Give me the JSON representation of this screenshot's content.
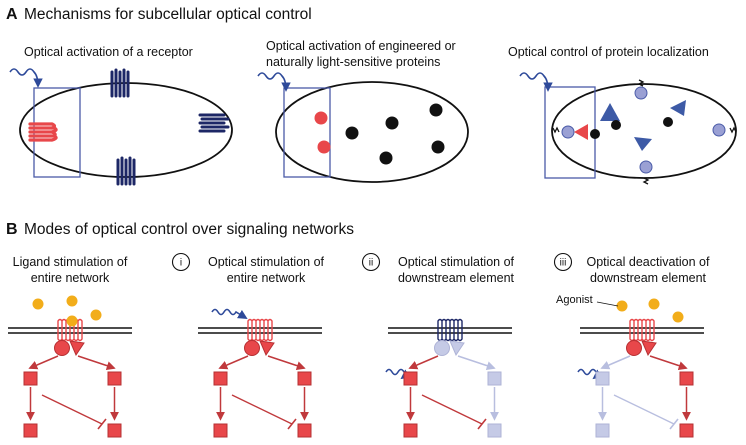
{
  "panel_a": {
    "letter": "A",
    "heading": "Mechanisms for subcellular optical control",
    "subpanels": [
      {
        "title_lines": [
          "Optical activation of a receptor"
        ]
      },
      {
        "title_lines": [
          "Optical activation of engineered or",
          "naturally light-sensitive proteins"
        ]
      },
      {
        "title_lines": [
          "Optical control of protein localization"
        ]
      }
    ]
  },
  "panel_b": {
    "letter": "B",
    "heading": "Modes of optical control over signaling networks",
    "modes": [
      {
        "numeral": "",
        "title_lines": [
          "Ligand stimulation of",
          "entire network"
        ]
      },
      {
        "numeral": "i",
        "title_lines": [
          "Optical stimulation of",
          "entire network"
        ]
      },
      {
        "numeral": "ii",
        "title_lines": [
          "Optical stimulation of",
          "downstream element"
        ]
      },
      {
        "numeral": "iii",
        "title_lines": [
          "Optical deactivation of",
          "downstream element"
        ]
      }
    ],
    "agonist_label": "Agonist"
  },
  "colors": {
    "active_red": "#e8474a",
    "inactive_lavender": "#c5cae6",
    "light_blue": "#2e4a9a",
    "receptor_navy": "#1d2766",
    "agonist_yellow": "#f2ad1a",
    "box_outline": "#4a5ba8",
    "triangle_blue": "#3d5aa6",
    "ring_purple": "#9aa0d4"
  },
  "icons": [
    "light-wave-icon",
    "receptor-coil-icon",
    "agonist-dot-icon",
    "inhibition-arrow-icon"
  ]
}
